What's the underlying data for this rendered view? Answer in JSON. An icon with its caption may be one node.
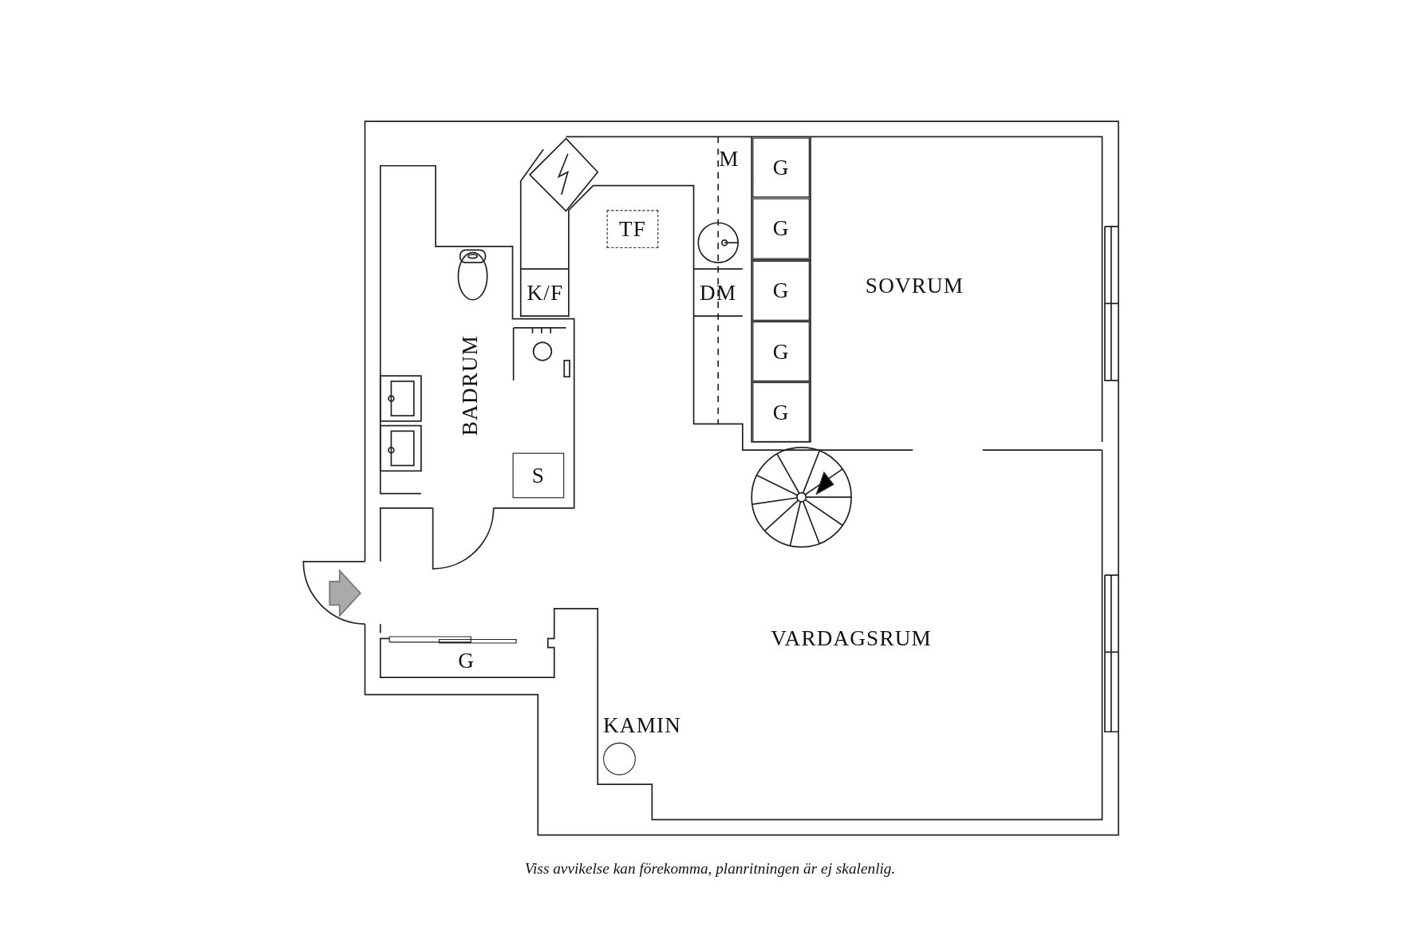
{
  "diagram": {
    "caption": "Viss avvikelse kan förekomma, planritningen är ej skalenlig.",
    "nodes": [
      {
        "text": [
          "G"
        ]
      },
      {
        "text": [
          "G"
        ]
      },
      {
        "text": [
          "G"
        ]
      },
      {
        "text": [
          "G"
        ]
      },
      {
        "text": [
          "G"
        ]
      },
      {
        "text": [
          "TF"
        ]
      },
      {
        "text": [
          "K/F"
        ]
      },
      {
        "text": [
          "DM"
        ]
      },
      {
        "text": [
          "SOVRUM"
        ]
      },
      {
        "text": [
          "BADRUM"
        ]
      },
      {
        "text": [
          "S"
        ]
      },
      {
        "text": [
          "VARDAGSRUM"
        ]
      },
      {
        "text": [
          "G"
        ]
      },
      {
        "text": [],
        "shape": "circle",
        "beside": [
          "KAMIN"
        ]
      }
    ],
    "labels": [
      "M"
    ]
  }
}
